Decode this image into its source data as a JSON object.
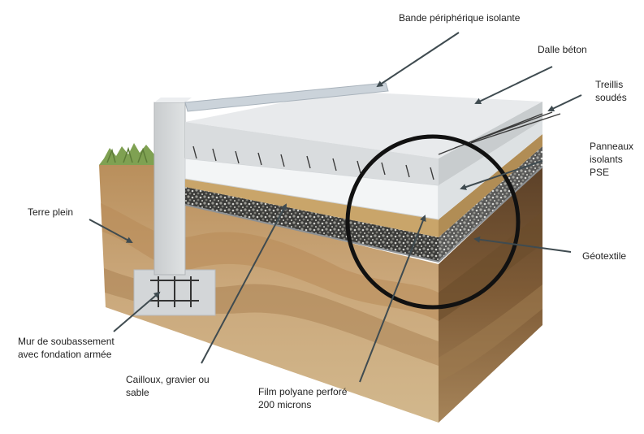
{
  "labels": {
    "bande": "Bande périphérique isolante",
    "dalle": "Dalle béton",
    "treillis": "Treillis\nsoudés",
    "panneaux": "Panneaux\nisolants\nPSE",
    "geotextile": "Géotextile",
    "terre": "Terre plein",
    "mur": "Mur de soubassement\navec fondation armée",
    "cailloux": "Cailloux, gravier ou\nsable",
    "film": "Film polyane perforé\n200 microns"
  },
  "colors": {
    "arrow": "#3f4b50",
    "concrete": "#e6e8ea",
    "insulation": "#f3f5f6",
    "sand": "#c9a56a",
    "gravel": "#3a3a38",
    "soil_light": "#c9a679",
    "soil_dark": "#7a5836",
    "grass": "#7fa152",
    "circle": "#111111"
  }
}
